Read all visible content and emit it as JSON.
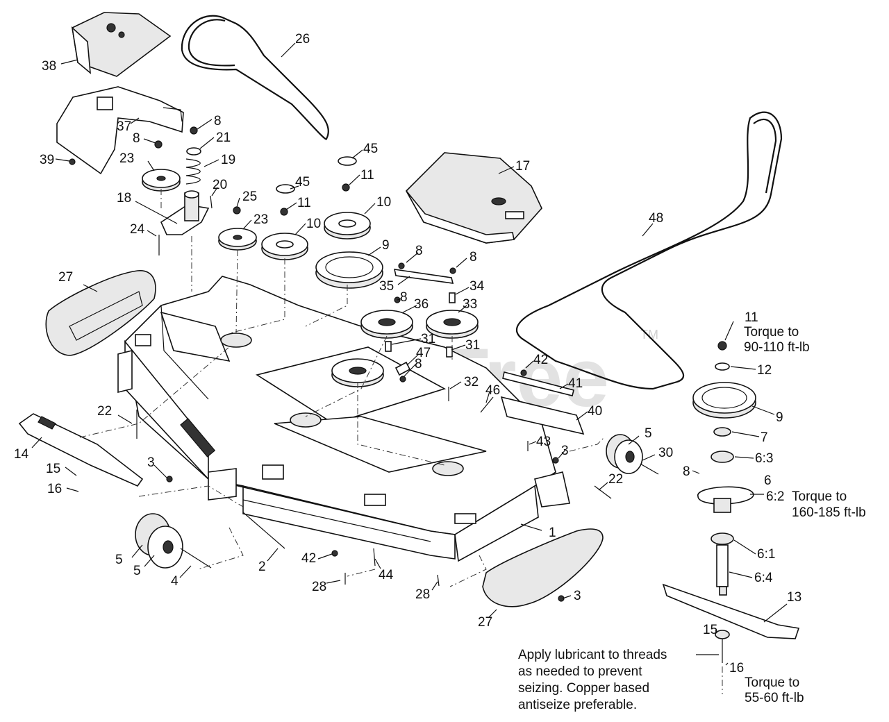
{
  "watermark": {
    "text": "PartsTree",
    "tm": "TM"
  },
  "callouts": {
    "c1": "1",
    "c2": "2",
    "c3a": "3",
    "c3b": "3",
    "c3c": "3",
    "c4": "4",
    "c5a": "5",
    "c5b": "5",
    "c5c": "5",
    "c6": "6",
    "c6_1": "6:1",
    "c6_2": "6:2",
    "c6_3": "6:3",
    "c6_4": "6:4",
    "c7": "7",
    "c8a": "8",
    "c8b": "8",
    "c8c": "8",
    "c8d": "8",
    "c8e": "8",
    "c8f": "8",
    "c8g": "8",
    "c9a": "9",
    "c9b": "9",
    "c10a": "10",
    "c10b": "10",
    "c11a": "11",
    "c11b": "11",
    "c11c": "11",
    "c12": "12",
    "c13": "13",
    "c14": "14",
    "c15a": "15",
    "c15b": "15",
    "c16a": "16",
    "c16b": "16",
    "c17": "17",
    "c18": "18",
    "c19": "19",
    "c20": "20",
    "c21": "21",
    "c22a": "22",
    "c22b": "22",
    "c23a": "23",
    "c23b": "23",
    "c24": "24",
    "c25": "25",
    "c26": "26",
    "c27a": "27",
    "c27b": "27",
    "c28a": "28",
    "c28b": "28",
    "c30": "30",
    "c31a": "31",
    "c31b": "31",
    "c32": "32",
    "c33": "33",
    "c34": "34",
    "c35": "35",
    "c36": "36",
    "c37": "37",
    "c38": "38",
    "c39": "39",
    "c40": "40",
    "c41": "41",
    "c42a": "42",
    "c42b": "42",
    "c43": "43",
    "c44": "44",
    "c45a": "45",
    "c45b": "45",
    "c46": "46",
    "c47": "47",
    "c48": "48"
  },
  "notes": {
    "torque_11_line1": "Torque to",
    "torque_11_line2": "90-110 ft-lb",
    "torque_6_line1": "Torque to",
    "torque_6_line2": "160-185 ft-lb",
    "torque_16_line1": "Torque to",
    "torque_16_line2": "55-60 ft-lb",
    "lube_line1": "Apply lubricant to threads",
    "lube_line2": "as needed to prevent",
    "lube_line3": "seizing. Copper based",
    "lube_line4": "antiseize preferable."
  }
}
